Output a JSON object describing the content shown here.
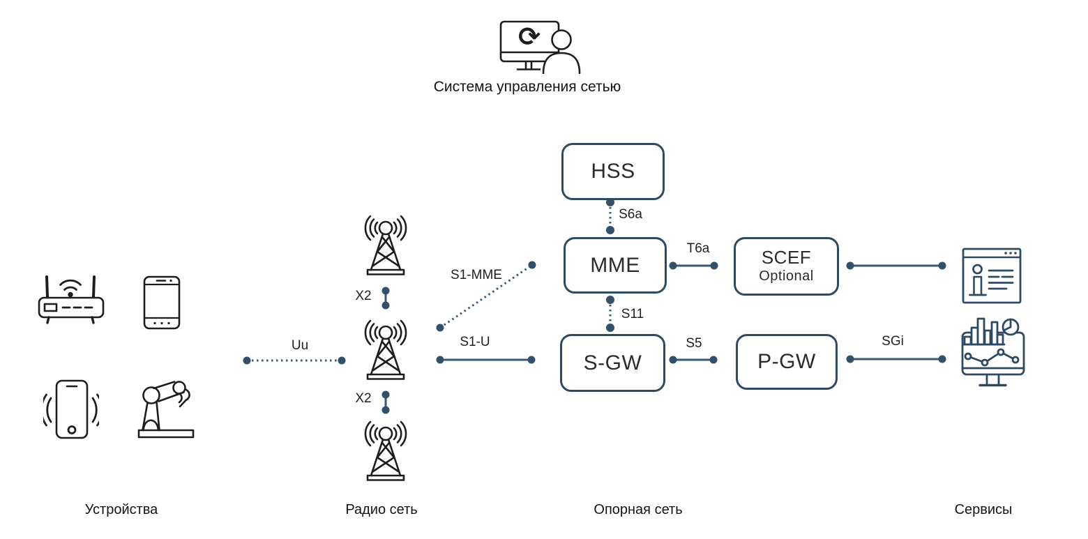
{
  "management": {
    "label": "Система управления сетью"
  },
  "sections": {
    "devices": "Устройства",
    "radio": "Радио сеть",
    "core": "Опорная сеть",
    "services": "Сервисы"
  },
  "nodes": {
    "hss": "HSS",
    "mme": "MME",
    "sgw": "S-GW",
    "scef": "SCEF",
    "scef_note": "Optional",
    "pgw": "P-GW"
  },
  "interfaces": {
    "uu": "Uu",
    "x2_upper": "X2",
    "x2_lower": "X2",
    "s1_mme": "S1-MME",
    "s1_u": "S1-U",
    "s6a": "S6a",
    "s11": "S11",
    "t6a": "T6a",
    "s5": "S5",
    "sgi": "SGi"
  },
  "icons": {
    "management": "monitor-sync-with-person-icon",
    "devices": [
      "wifi-router-icon",
      "tablet-icon",
      "vibrating-smartphone-icon",
      "robot-arm-icon"
    ],
    "radio": [
      "cell-tower-icon",
      "cell-tower-icon",
      "cell-tower-icon"
    ],
    "services": [
      "info-browser-window-icon",
      "analytics-dashboard-monitor-icon"
    ]
  },
  "colors": {
    "accent_line": "#3a5773",
    "accent_dot": "#33506b",
    "box_border": "#2d4a63",
    "service_icon": "#2e4a63",
    "device_icon": "#1d1d1d",
    "text": "#1f1f1f",
    "background": "#ffffff"
  }
}
